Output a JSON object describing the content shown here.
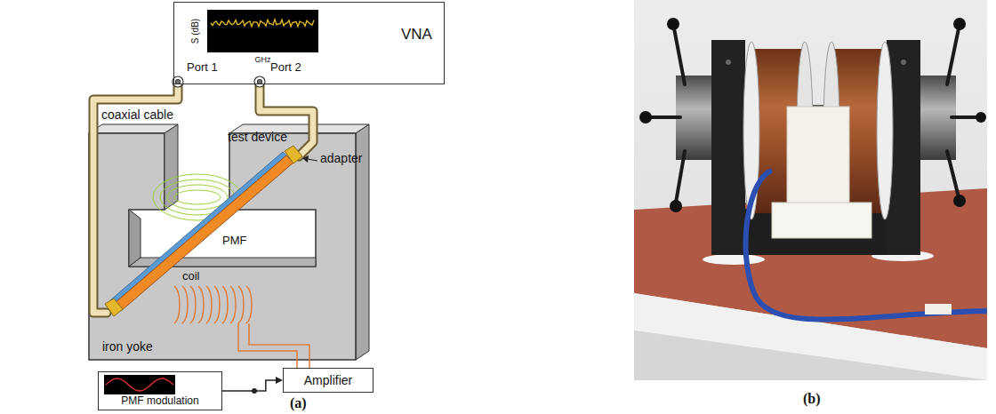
{
  "diagram": {
    "nodes": [
      {
        "text": [
          "VNA",
          "Port 1",
          "Port 2"
        ]
      },
      {
        "text": [
          "S (dB)",
          "GHz"
        ],
        "in": 0
      },
      {
        "text": [
          "PMF modulation"
        ]
      },
      {
        "text": [
          "Amplifier"
        ]
      }
    ],
    "edges": [
      {
        "from": 2,
        "to": 3,
        "arrow": "to"
      }
    ],
    "labels": [
      "coaxial cable",
      "test device",
      "adapter",
      "PMF",
      "coil",
      "iron yoke",
      "(a)",
      "(b)"
    ]
  }
}
